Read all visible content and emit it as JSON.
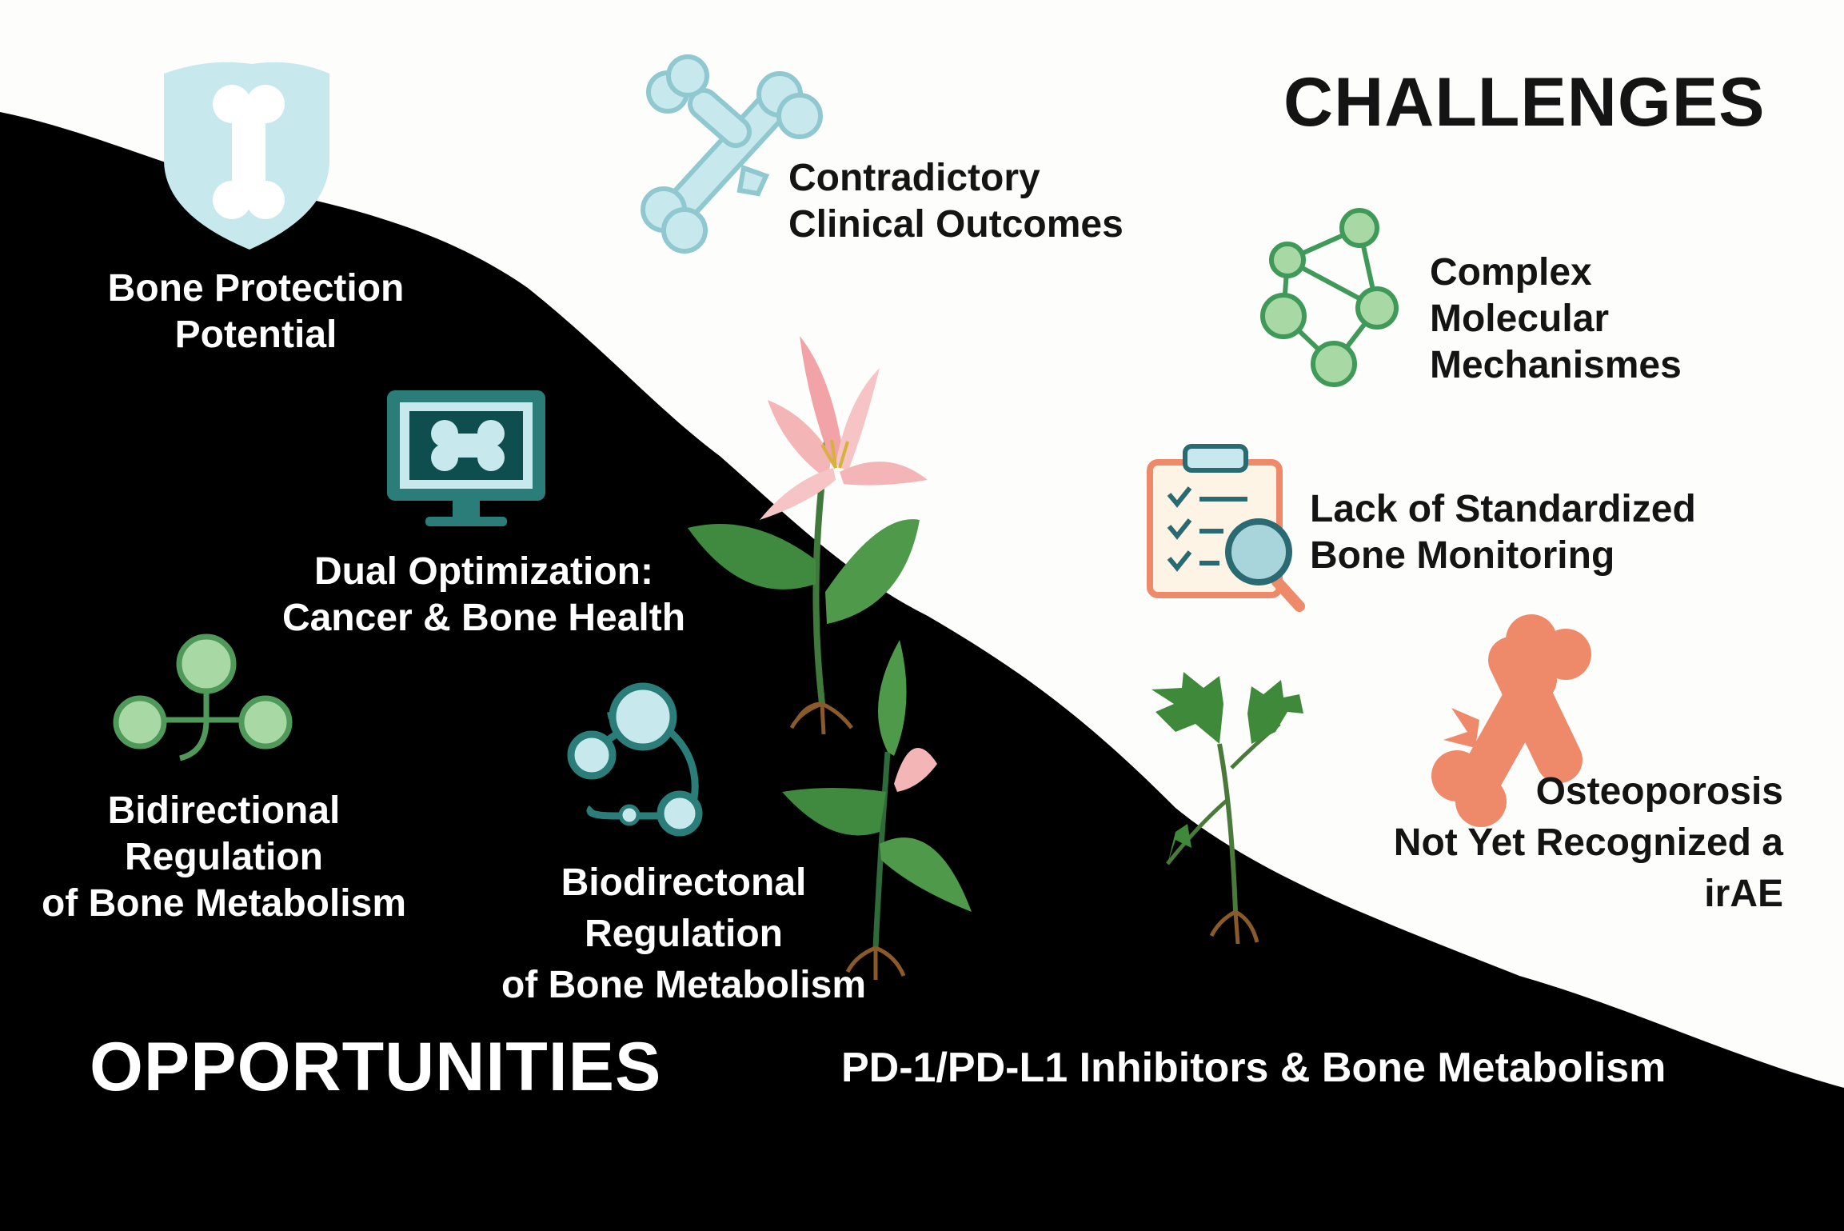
{
  "colors": {
    "background": "#fdfdfb",
    "dark_region": "#000000",
    "teal": "#2a7d78",
    "light_blue": "#c7e8ec",
    "green": "#5fae6a",
    "light_green": "#a8d8a4",
    "salmon": "#ee8a6a",
    "pink": "#f3b5b6"
  },
  "headings": {
    "challenges": "CHALLENGES",
    "opportunities": "OPPORTUNITIES"
  },
  "footer": {
    "title": "PD-1/PD-L1 Inhibitors & Bone Metabolism"
  },
  "opportunities": [
    {
      "icon": "bone-shield-icon",
      "lines": [
        "Bone Protection",
        "Potential"
      ]
    },
    {
      "icon": "bone-monitor-icon",
      "lines": [
        "Dual Optimization:",
        "Cancer & Bone Health"
      ]
    },
    {
      "icon": "molecule-icon",
      "lines": [
        "Bidirectional",
        "Regulation",
        "of Bone Metabolism"
      ]
    },
    {
      "icon": "molecule-ring-icon",
      "lines": [
        "Biodirectonal",
        "Regulation",
        "of Bone Metabolism"
      ]
    }
  ],
  "challenges": [
    {
      "icon": "broken-bone-icon",
      "lines": [
        "Contradictory",
        "Clinical Outcomes"
      ]
    },
    {
      "icon": "network-icon",
      "lines": [
        "Complex",
        "Molecular",
        "Mechanismes"
      ]
    },
    {
      "icon": "clipboard-magnifier-icon",
      "lines": [
        "Lack of Standardized",
        "Bone Monitoring"
      ]
    },
    {
      "icon": "damaged-bone-icon",
      "lines": [
        "Osteoporosis",
        "Not Yet Recognized a",
        "irAE"
      ]
    }
  ],
  "illustrations": [
    "lily-plant-icon",
    "seedling-plant-icon",
    "herb-plant-icon"
  ]
}
